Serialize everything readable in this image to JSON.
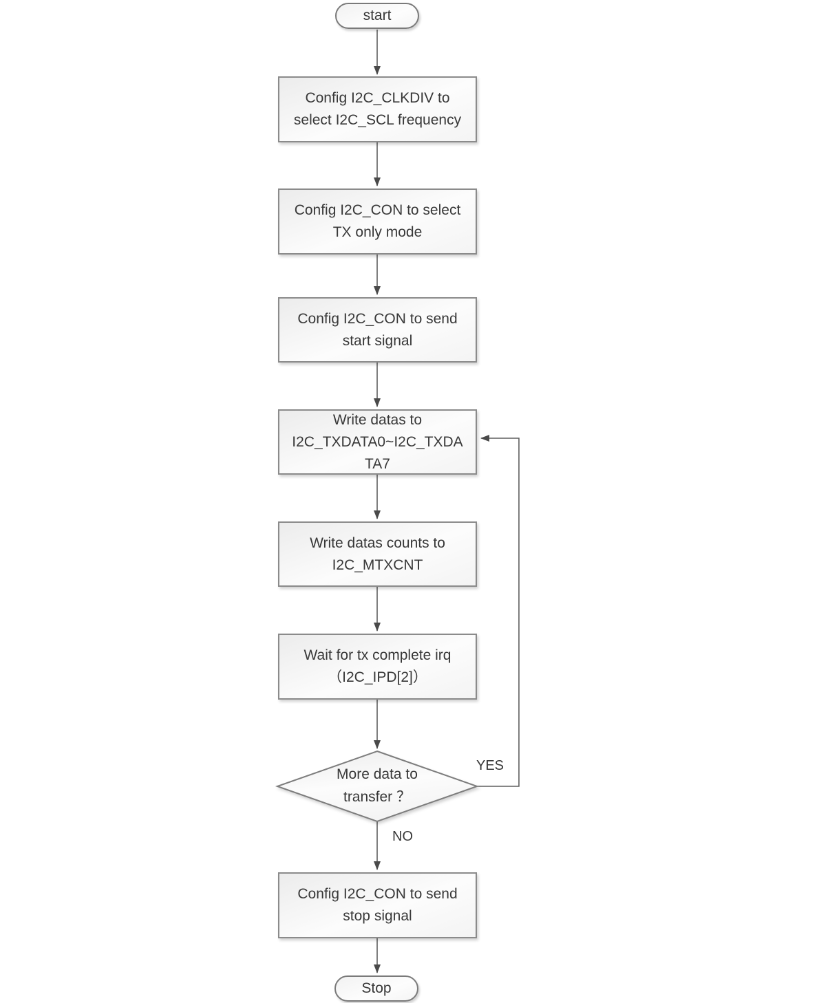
{
  "diagram": {
    "kind": "flowchart",
    "nodes": [
      {
        "id": "start",
        "type": "terminator",
        "label": "start"
      },
      {
        "id": "config-clkdiv",
        "type": "process",
        "label": "Config I2C_CLKDIV to select I2C_SCL frequency"
      },
      {
        "id": "config-txmode",
        "type": "process",
        "label": "Config I2C_CON to select TX only mode"
      },
      {
        "id": "config-startsig",
        "type": "process",
        "label": "Config I2C_CON to send start signal"
      },
      {
        "id": "write-datas",
        "type": "process",
        "label": "Write datas to I2C_TXDATA0~I2C_TXDATA7"
      },
      {
        "id": "write-counts",
        "type": "process",
        "label": "Write datas counts to I2C_MTXCNT"
      },
      {
        "id": "wait-irq",
        "type": "process",
        "label": "Wait for tx complete irq （I2C_IPD[2]）"
      },
      {
        "id": "more-data",
        "type": "decision",
        "label": "More data to transfer ？"
      },
      {
        "id": "config-stopsig",
        "type": "process",
        "label": "Config I2C_CON to send stop signal"
      },
      {
        "id": "stop",
        "type": "terminator",
        "label": "Stop"
      }
    ],
    "edge_labels": {
      "yes": "YES",
      "no": "NO"
    },
    "colors": {
      "background": "#ffffff",
      "shape_border": "#8b8b8b",
      "terminator_border": "#7a7a7a",
      "line": "#5f5f5f",
      "arrowhead": "#4a4a4a",
      "fill_light": "#fcfcfc",
      "fill_shade": "#ececec",
      "text": "#383838"
    }
  }
}
